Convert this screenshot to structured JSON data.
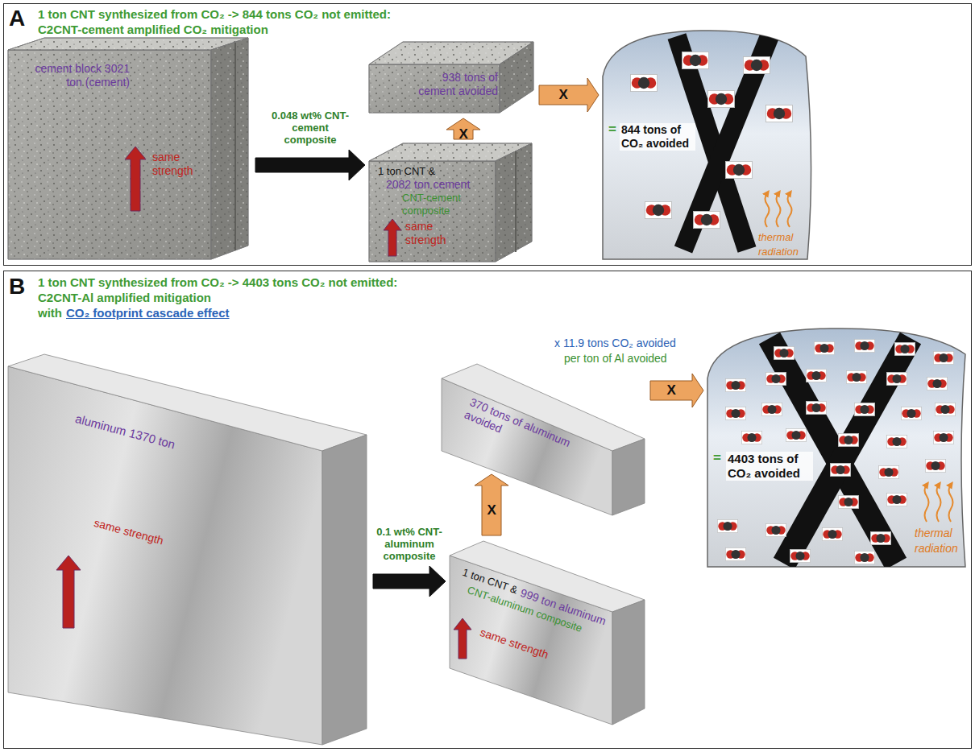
{
  "diagram": {
    "nodes": [
      {
        "text": [
          "A",
          "1 ton CNT synthesized from CO₂ -> 844 tons CO₂ not emitted:",
          "C2CNT-cement amplified CO₂ mitigation"
        ]
      },
      {
        "text": [
          "cement block 3021 ton (cement)",
          "same strength"
        ],
        "in": 0
      },
      {
        "text": [
          "938 tons of cement avoided"
        ],
        "in": 0
      },
      {
        "text": [
          "1 ton CNT &",
          "2082 ton cement",
          "CNT-cement composite",
          "same strength"
        ],
        "in": 0
      },
      {
        "text": [
          "=",
          "844 tons of CO₂ avoided",
          "thermal radiation"
        ],
        "in": 0
      },
      {
        "text": [
          "B",
          "1 ton CNT synthesized from CO₂ -> 4403 tons CO₂ not emitted:",
          "C2CNT-Al amplified mitigation",
          "with",
          "CO₂ footprint cascade effect"
        ]
      },
      {
        "text": [
          "aluminum 1370 ton",
          "same strength"
        ],
        "in": 5
      },
      {
        "text": [
          "370 tons of aluminum avoided"
        ],
        "in": 5
      },
      {
        "text": [
          "1 ton CNT &",
          "999 ton aluminum",
          "CNT-aluminum composite",
          "same strength"
        ],
        "in": 5
      },
      {
        "text": [
          "=",
          "4403 tons of CO₂ avoided",
          "thermal radiation"
        ],
        "in": 5
      }
    ],
    "edges": [
      {
        "from": 1,
        "to": 3,
        "arrow": "to",
        "label": "0.048 wt% CNT-cement composite"
      },
      {
        "from": 3,
        "to": 2,
        "arrow": "to",
        "label": "X"
      },
      {
        "from": 2,
        "to": 4,
        "arrow": "to",
        "label": "X"
      },
      {
        "from": 6,
        "to": 8,
        "arrow": "to",
        "label": "0.1 wt% CNT-aluminum composite"
      },
      {
        "from": 8,
        "to": 7,
        "arrow": "to",
        "label": "X"
      },
      {
        "from": 7,
        "to": 9,
        "arrow": "to",
        "label": "X"
      }
    ],
    "labels": [
      "x 11.9 tons CO₂ avoided",
      "per ton of Al avoided"
    ]
  }
}
